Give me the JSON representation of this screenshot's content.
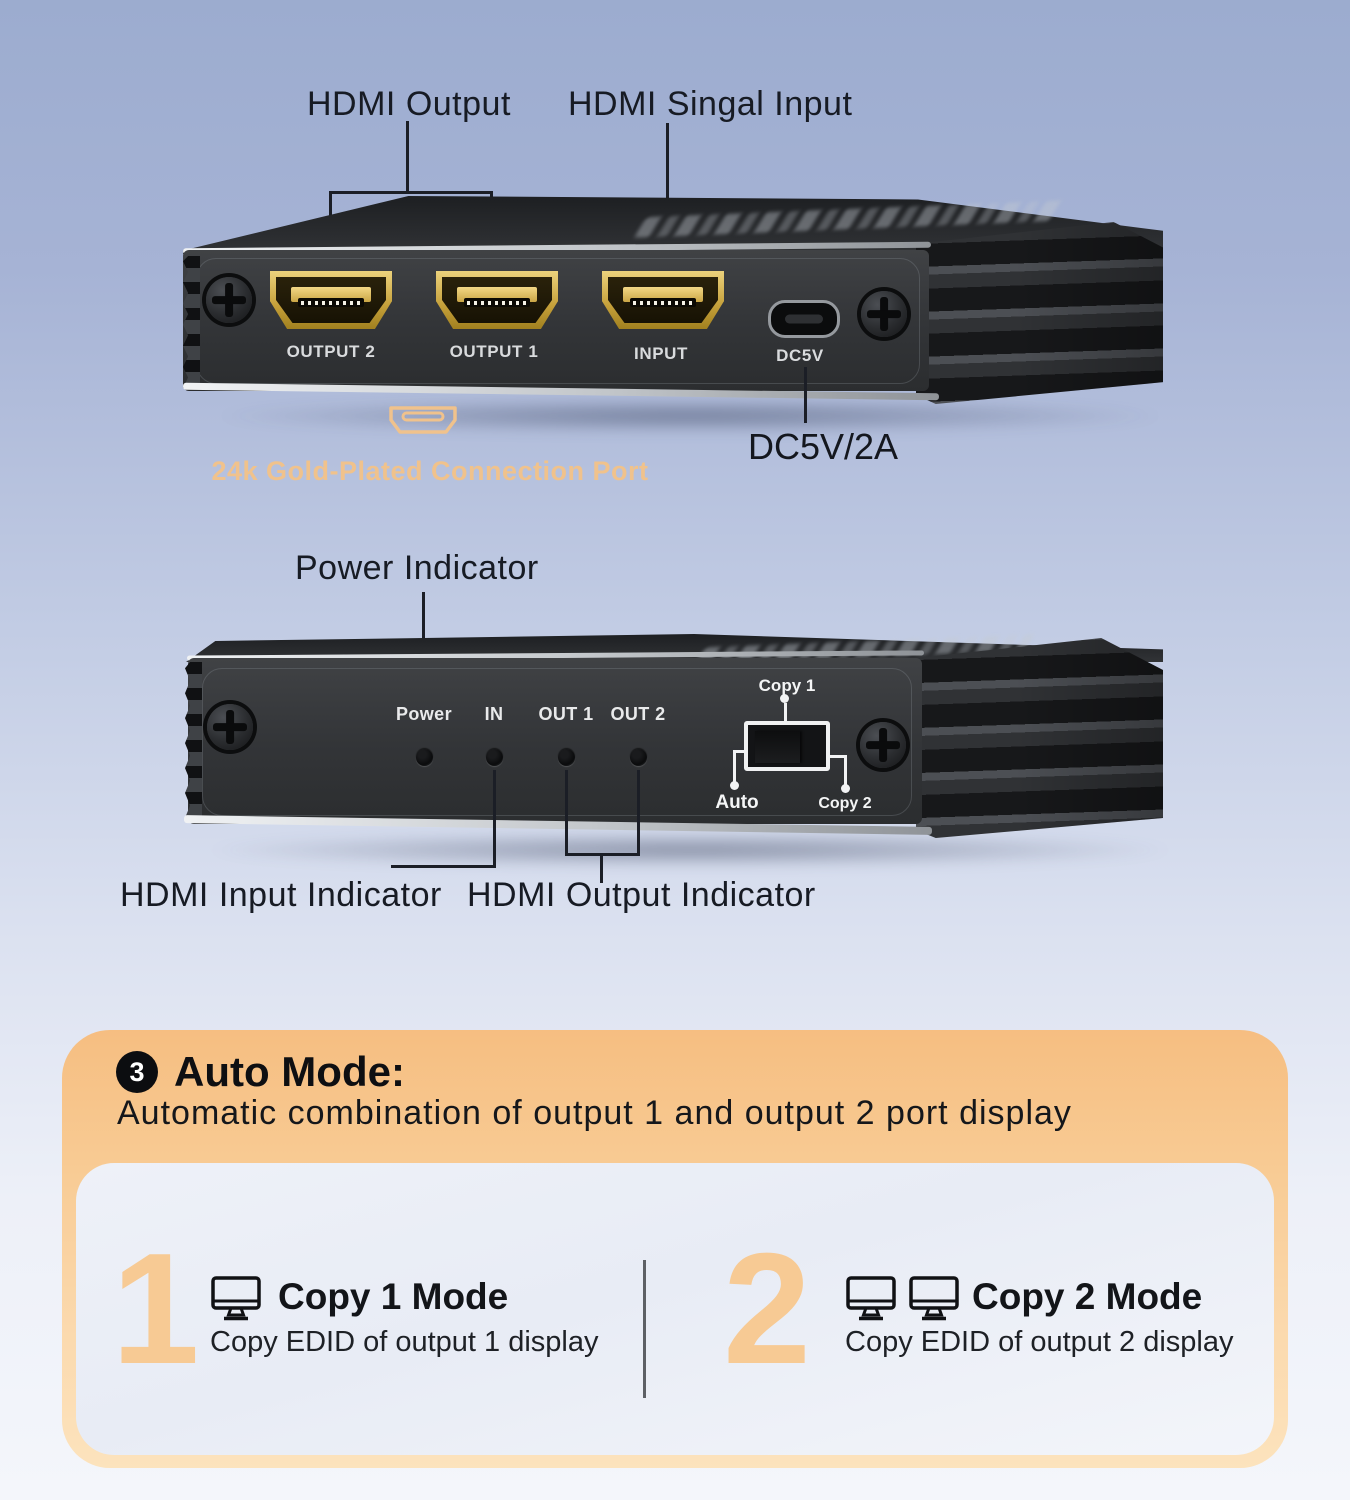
{
  "rear_view": {
    "output_callout": "HDMI Output",
    "input_callout": "HDMI Singal Input",
    "ports": [
      "OUTPUT 2",
      "OUTPUT 1",
      "INPUT"
    ],
    "power_port_label": "DC5V",
    "gold_note": "24k Gold-Plated Connection Port",
    "power_note": "DC5V/2A"
  },
  "front_view": {
    "power_callout": "Power Indicator",
    "led_labels": [
      "Power",
      "IN",
      "OUT 1",
      "OUT 2"
    ],
    "switch_labels": {
      "top": "Copy 1",
      "left": "Auto",
      "right": "Copy 2"
    },
    "input_callout": "HDMI Input Indicator",
    "output_callout": "HDMI Output Indicator"
  },
  "info_card": {
    "badge": "3",
    "title": "Auto Mode:",
    "subtitle": "Automatic combination of output 1 and output 2 port display",
    "modes": [
      {
        "number": "1",
        "title": "Copy 1 Mode",
        "description": "Copy EDID of output 1 display"
      },
      {
        "number": "2",
        "title": "Copy 2 Mode",
        "description": "Copy EDID of output 2 display"
      }
    ]
  },
  "colors": {
    "background_top": "#9caccf",
    "background_bottom": "#f4f6fb",
    "gold_text": "#f0c28c",
    "card_orange_top": "#f6be81",
    "card_orange_bottom": "#fce3bd",
    "numeral_peach": "#f7ca94",
    "device_body": "#323437",
    "callout_line": "#1b1e26"
  }
}
